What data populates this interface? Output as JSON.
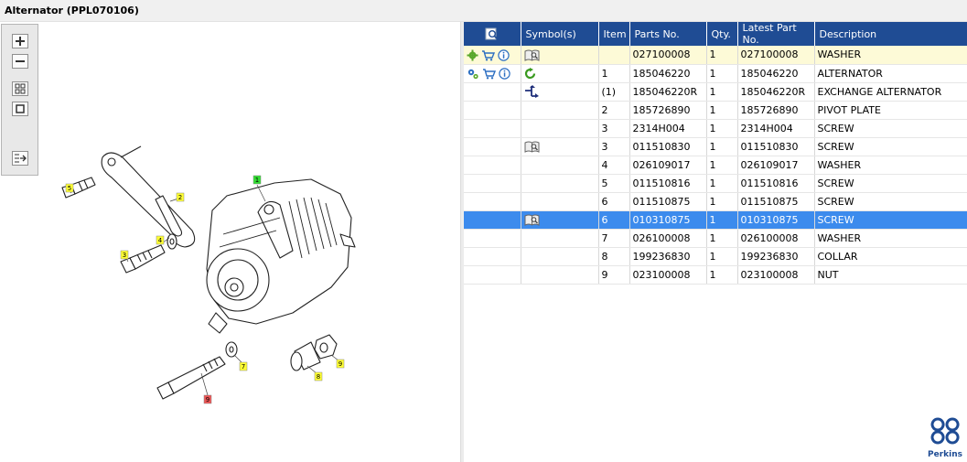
{
  "window": {
    "title": "Alternator (PPL070106)"
  },
  "toolbox": {
    "buttons": [
      "zoom-in",
      "zoom-out",
      "fit-all",
      "fit-window",
      "export"
    ]
  },
  "callouts": [
    "5",
    "2",
    "1",
    "3",
    "4",
    "7",
    "8",
    "9",
    "9"
  ],
  "table": {
    "columns": [
      "",
      "Symbol(s)",
      "Item",
      "Parts No.",
      "Qty.",
      "Latest Part No.",
      "Description"
    ],
    "rows": [
      {
        "actions": [
          "gear-icon",
          "cart-icon",
          "info-icon"
        ],
        "symbol": "book-icon",
        "item": "",
        "part_no": "027100008",
        "qty": "1",
        "latest": "027100008",
        "description": "WASHER",
        "state": "highlight"
      },
      {
        "actions": [
          "gears-icon",
          "cart-icon",
          "info-icon"
        ],
        "symbol": "refresh-icon",
        "item": "1",
        "part_no": "185046220",
        "qty": "1",
        "latest": "185046220",
        "description": "ALTERNATOR",
        "state": ""
      },
      {
        "actions": [],
        "symbol": "exchange-icon",
        "item": "(1)",
        "part_no": "185046220R",
        "qty": "1",
        "latest": "185046220R",
        "description": "EXCHANGE ALTERNATOR",
        "state": ""
      },
      {
        "actions": [],
        "symbol": "",
        "item": "2",
        "part_no": "185726890",
        "qty": "1",
        "latest": "185726890",
        "description": "PIVOT PLATE",
        "state": ""
      },
      {
        "actions": [],
        "symbol": "",
        "item": "3",
        "part_no": "2314H004",
        "qty": "1",
        "latest": "2314H004",
        "description": "SCREW",
        "state": ""
      },
      {
        "actions": [],
        "symbol": "book-icon",
        "item": "3",
        "part_no": "011510830",
        "qty": "1",
        "latest": "011510830",
        "description": "SCREW",
        "state": ""
      },
      {
        "actions": [],
        "symbol": "",
        "item": "4",
        "part_no": "026109017",
        "qty": "1",
        "latest": "026109017",
        "description": "WASHER",
        "state": ""
      },
      {
        "actions": [],
        "symbol": "",
        "item": "5",
        "part_no": "011510816",
        "qty": "1",
        "latest": "011510816",
        "description": "SCREW",
        "state": ""
      },
      {
        "actions": [],
        "symbol": "",
        "item": "6",
        "part_no": "011510875",
        "qty": "1",
        "latest": "011510875",
        "description": "SCREW",
        "state": ""
      },
      {
        "actions": [],
        "symbol": "book-icon",
        "item": "6",
        "part_no": "010310875",
        "qty": "1",
        "latest": "010310875",
        "description": "SCREW",
        "state": "selected"
      },
      {
        "actions": [],
        "symbol": "",
        "item": "7",
        "part_no": "026100008",
        "qty": "1",
        "latest": "026100008",
        "description": "WASHER",
        "state": ""
      },
      {
        "actions": [],
        "symbol": "",
        "item": "8",
        "part_no": "199236830",
        "qty": "1",
        "latest": "199236830",
        "description": "COLLAR",
        "state": ""
      },
      {
        "actions": [],
        "symbol": "",
        "item": "9",
        "part_no": "023100008",
        "qty": "1",
        "latest": "023100008",
        "description": "NUT",
        "state": ""
      }
    ]
  },
  "brand": {
    "name": "Perkins",
    "color": "#1f4c94"
  },
  "colors": {
    "header_bg": "#1f4c94",
    "selected_bg": "#3c8bed",
    "highlight_bg": "#fdfad7",
    "callout_yellow": "#ffff33",
    "callout_green": "#33dd33",
    "callout_red": "#ee5555"
  }
}
